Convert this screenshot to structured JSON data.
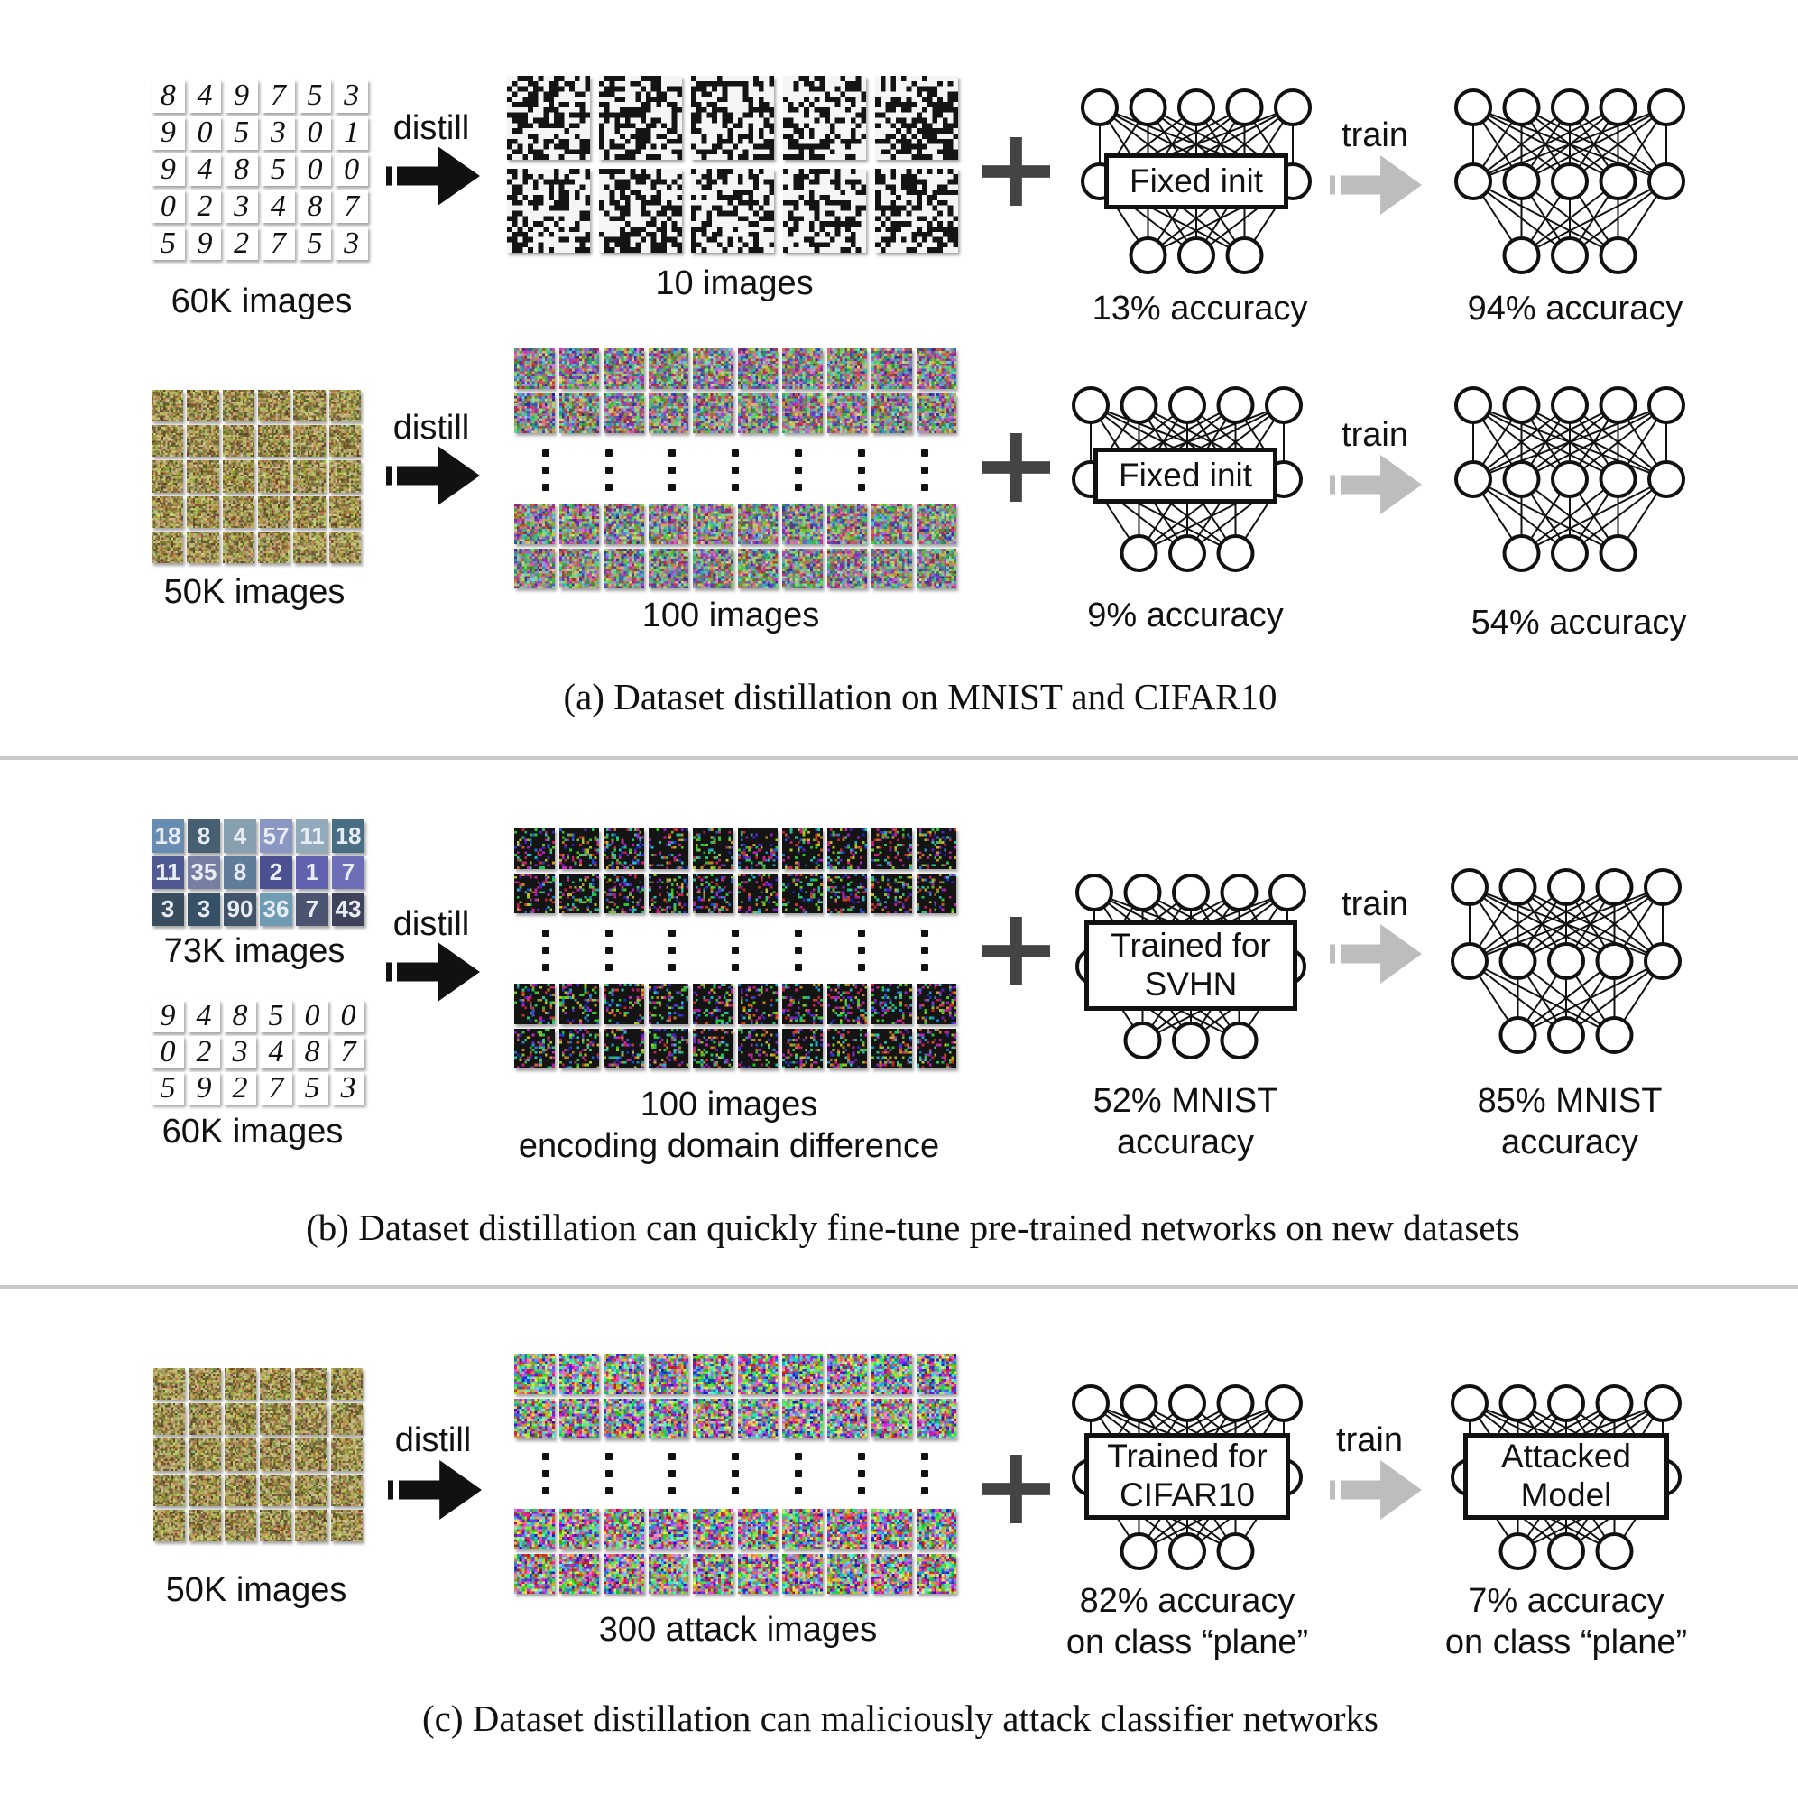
{
  "colors": {
    "distill_arrow": "#111111",
    "train_arrow": "#bdbdbd",
    "plus": "#444444",
    "divider": "#c9c9c9"
  },
  "mnist_digits": [
    "8",
    "4",
    "9",
    "7",
    "5",
    "3",
    "9",
    "0",
    "5",
    "3",
    "0",
    "1",
    "9",
    "4",
    "8",
    "5",
    "0",
    "0",
    "0",
    "2",
    "3",
    "4",
    "8",
    "7",
    "5",
    "9",
    "2",
    "7",
    "5",
    "3"
  ],
  "mnist_digits_small": [
    "9",
    "4",
    "8",
    "5",
    "0",
    "0",
    "0",
    "2",
    "3",
    "4",
    "8",
    "7",
    "5",
    "9",
    "2",
    "7",
    "5",
    "3"
  ],
  "svhn_digits": [
    "18",
    "8",
    "4",
    "57",
    "11",
    "18",
    "11",
    "35",
    "8",
    "2",
    "1",
    "7",
    "3",
    "3",
    "90",
    "36",
    "7",
    "43"
  ],
  "panel_a": {
    "row1": {
      "source_label": "60K images",
      "distill_label": "distill",
      "distilled_label": "10 images",
      "net1_box": "Fixed init",
      "net1_acc": "13% accuracy",
      "train_label": "train",
      "net2_acc": "94% accuracy"
    },
    "row2": {
      "source_label": "50K images",
      "distill_label": "distill",
      "distilled_label": "100 images",
      "net1_box": "Fixed init",
      "net1_acc": "9% accuracy",
      "train_label": "train",
      "net2_acc": "54% accuracy"
    },
    "caption": "(a) Dataset distillation on MNIST and CIFAR10"
  },
  "panel_b": {
    "source1_label": "73K images",
    "source2_label": "60K images",
    "distill_label": "distill",
    "distilled_line1": "100 images",
    "distilled_line2": "encoding domain difference",
    "net1_box_line1": "Trained for",
    "net1_box_line2": "SVHN",
    "net1_acc_line1": "52% MNIST",
    "net1_acc_line2": "accuracy",
    "train_label": "train",
    "net2_acc_line1": "85% MNIST",
    "net2_acc_line2": "accuracy",
    "caption": "(b) Dataset distillation can quickly fine-tune pre-trained networks on new datasets"
  },
  "panel_c": {
    "source_label": "50K images",
    "distill_label": "distill",
    "distilled_label": "300 attack images",
    "net1_box_line1": "Trained for",
    "net1_box_line2": "CIFAR10",
    "net1_acc_line1": "82% accuracy",
    "net1_acc_line2": "on class “plane”",
    "train_label": "train",
    "net2_box_line1": "Attacked",
    "net2_box_line2": "Model",
    "net2_acc_line1": "7% accuracy",
    "net2_acc_line2": "on class “plane”",
    "caption": "(c) Dataset distillation can maliciously attack classifier networks"
  }
}
